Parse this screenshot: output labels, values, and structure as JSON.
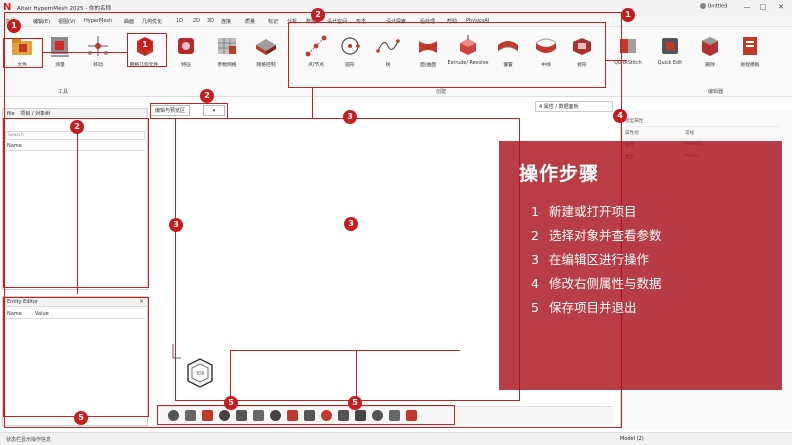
{
  "window": {
    "logo": "N",
    "title": "Altair HypernMesh 2025 - 你的名称",
    "controls": [
      "—",
      "□",
      "✕"
    ],
    "account": "Unittled"
  },
  "menu": [
    "文件",
    "编辑(E)",
    "视图(V)",
    "HyperMesh",
    "曲面",
    "几何优化",
    "1D",
    "2D",
    "3D",
    "连接",
    "质量",
    "标记",
    "分析",
    "数据",
    "设计空间",
    "形态",
    "设计探索",
    "后处理",
    "帮助",
    "PhysicsAI"
  ],
  "ribbon": {
    "left_buttons": [
      {
        "label": "文件",
        "icon": "folder-icon"
      },
      {
        "label": "测量",
        "icon": "measure-icon"
      },
      {
        "label": "移动",
        "icon": "move-icon"
      }
    ],
    "left_group_label": "工具",
    "geo_buttons": [
      {
        "label": "网格几何元件",
        "icon": "cube-red-icon"
      },
      {
        "label": "特征",
        "icon": "feature-icon"
      },
      {
        "label": "参数网格",
        "icon": "param-mesh-icon"
      },
      {
        "label": "网格控制",
        "icon": "mesh-control-icon"
      }
    ],
    "create_buttons": [
      {
        "label": "点/节点",
        "icon": "point-icon"
      },
      {
        "label": "圆形",
        "icon": "circle-icon"
      },
      {
        "label": "线",
        "icon": "line-icon"
      },
      {
        "label": "面/曲面",
        "icon": "surface-icon"
      },
      {
        "label": "Extrude/ Revolve",
        "icon": "extrude-icon"
      },
      {
        "label": "偏置",
        "icon": "offset-icon"
      },
      {
        "label": "中线",
        "icon": "midline-icon"
      },
      {
        "label": "修形",
        "icon": "trim-icon"
      }
    ],
    "create_group_label": "创建",
    "right_buttons": [
      {
        "label": "QuickStitch",
        "icon": "quickstitch-icon"
      },
      {
        "label": "Quick Edit",
        "icon": "quickedit-icon"
      },
      {
        "label": "删除",
        "icon": "delete-icon"
      },
      {
        "label": "进程模板",
        "icon": "process-icon"
      }
    ],
    "right_group_label": "编辑器"
  },
  "model_browser": {
    "tabs": [
      "file",
      "项目 / 对象树"
    ],
    "search_placeholder": "Search",
    "column": "Name"
  },
  "entity_editor": {
    "title": "Entity Editor",
    "columns": [
      "Name",
      "Value"
    ]
  },
  "viewport": {
    "label": "编辑与预览区",
    "cube_label": "TOP"
  },
  "properties": {
    "dropdown": "4 属性 / 数据面板",
    "rows": [
      {
        "name": "模型属性",
        "value": ""
      },
      {
        "name": "属性组",
        "value": "常规"
      },
      {
        "name": "名称",
        "value": "Model1"
      },
      {
        "name": "类型",
        "value": "Model"
      }
    ]
  },
  "status": {
    "text": "状态栏显示操作信息",
    "model": "Model (2)"
  },
  "steps": {
    "title": "操作步骤",
    "items": [
      {
        "num": "1",
        "text": "新建或打开项目"
      },
      {
        "num": "2",
        "text": "选择对象并查看参数"
      },
      {
        "num": "3",
        "text": "在编辑区进行操作"
      },
      {
        "num": "4",
        "text": "修改右侧属性与数据"
      },
      {
        "num": "5",
        "text": "保存项目并退出"
      }
    ]
  },
  "callouts": [
    "1",
    "1",
    "1",
    "2",
    "2",
    "2",
    "3",
    "3",
    "3",
    "4",
    "5",
    "5",
    "5"
  ],
  "colors": {
    "accent_red": "#cc1f1f",
    "card_red": "#a8121c"
  }
}
